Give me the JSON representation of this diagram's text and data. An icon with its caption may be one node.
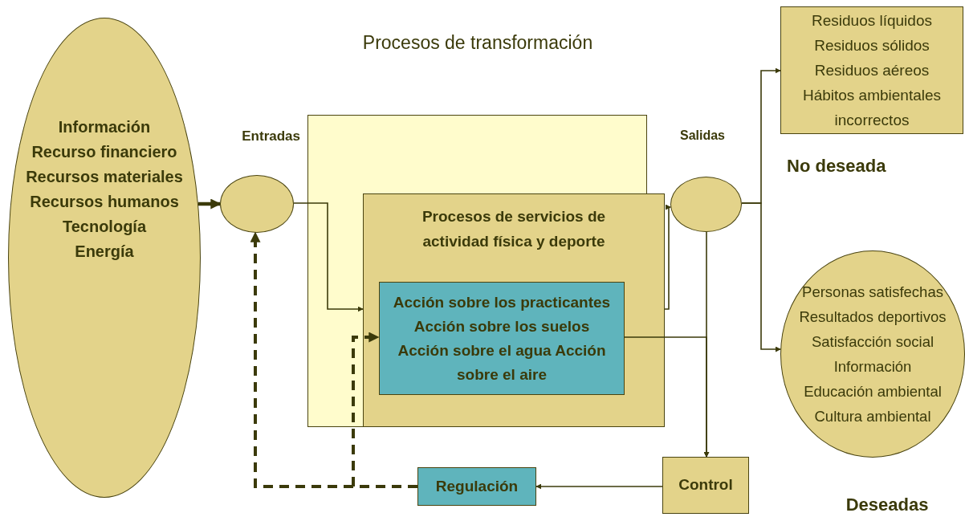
{
  "diagram": {
    "title": "Procesos de transformación",
    "nodes": [
      {
        "text": [
          "Información",
          "Recurso financiero",
          "Recursos materiales",
          "Recursos humanos",
          "Tecnología",
          "Energía"
        ]
      },
      {
        "text": [],
        "shape": "circle"
      },
      {
        "text": [
          "Procesos de servicios de actividad física y deporte"
        ]
      },
      {
        "text": [
          "Acción sobre los practicantes Acción sobre los suelos Acción sobre el agua     Acción sobre el aire"
        ],
        "in": 2
      },
      {
        "text": [],
        "shape": "circle",
        "beside": [
          "Salidas"
        ]
      },
      {
        "text": [
          "Residuos líquidos",
          "Residuos sólidos",
          "Residuos aéreos",
          "Hábitos ambientales incorrectos"
        ],
        "beside": [
          "No deseada"
        ]
      },
      {
        "text": [
          "Personas satisfechas",
          "Resultados deportivos",
          "Satisfacción social",
          "Información",
          "Educación ambiental",
          "Cultura ambiental"
        ],
        "beside": [
          "Deseadas"
        ]
      },
      {
        "text": [
          "Control"
        ]
      },
      {
        "text": [
          "Regulación"
        ]
      }
    ],
    "edges": [
      {
        "from": 0,
        "to": 1,
        "arrow": "to",
        "style": "thick"
      },
      {
        "from": 1,
        "to": 2,
        "arrow": "to"
      },
      {
        "from": 2,
        "to": 4,
        "arrow": "to"
      },
      {
        "from": 4,
        "to": 5,
        "arrow": "to"
      },
      {
        "from": 4,
        "to": 6,
        "arrow": "to"
      },
      {
        "from": 4,
        "to": 7,
        "arrow": "to"
      },
      {
        "from": 3,
        "to": 7,
        "arrow": "to"
      },
      {
        "from": 7,
        "to": 8,
        "arrow": "to"
      },
      {
        "from": 8,
        "to": 1,
        "arrow": "to",
        "style": "dashed"
      },
      {
        "from": 8,
        "to": 3,
        "arrow": "to",
        "style": "dashed"
      }
    ],
    "labels": [
      "Entradas"
    ]
  }
}
